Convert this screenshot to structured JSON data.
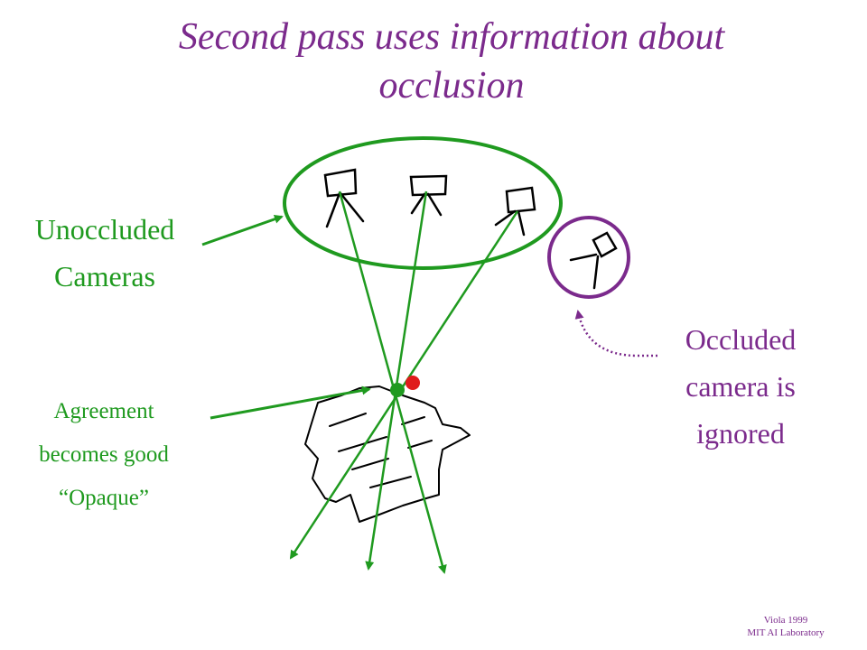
{
  "title": {
    "line1": "Second pass uses information about",
    "line2": "occlusion"
  },
  "labels": {
    "unoccluded_line1": "Unoccluded",
    "unoccluded_line2": "Cameras",
    "agreement_line1": "Agreement",
    "agreement_line2": "becomes good",
    "agreement_line3": "“Opaque”",
    "occluded_line1": "Occluded",
    "occluded_line2": "camera is",
    "occluded_line3": "ignored"
  },
  "footer": {
    "line1": "Viola 1999",
    "line2": "MIT AI Laboratory"
  },
  "colors": {
    "title": "#7b2a8c",
    "green": "#1f9a1f",
    "purple": "#7b2a8c",
    "red": "#e01b1b",
    "ink": "#000000"
  }
}
